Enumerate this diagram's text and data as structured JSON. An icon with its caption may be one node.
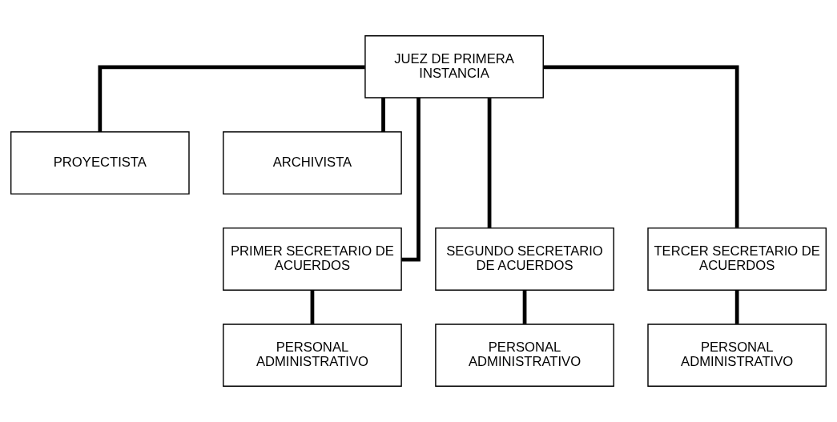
{
  "diagram": {
    "nodes": [
      {
        "text": [
          "JUEZ DE PRIMERA INSTANCIA"
        ]
      },
      {
        "text": [
          "PROYECTISTA"
        ]
      },
      {
        "text": [
          "ARCHIVISTA"
        ]
      },
      {
        "text": [
          "PRIMER SECRETARIO DE ACUERDOS"
        ]
      },
      {
        "text": [
          "SEGUNDO SECRETARIO DE ACUERDOS"
        ]
      },
      {
        "text": [
          "TERCER SECRETARIO DE ACUERDOS"
        ]
      },
      {
        "text": [
          "PERSONAL ADMINISTRATIVO"
        ]
      },
      {
        "text": [
          "PERSONAL ADMINISTRATIVO"
        ]
      },
      {
        "text": [
          "PERSONAL ADMINISTRATIVO"
        ]
      }
    ],
    "edges": [
      {
        "from": 0,
        "to": 1,
        "arrow": "none"
      },
      {
        "from": 0,
        "to": 2,
        "arrow": "none"
      },
      {
        "from": 0,
        "to": 3,
        "arrow": "none"
      },
      {
        "from": 0,
        "to": 4,
        "arrow": "none"
      },
      {
        "from": 0,
        "to": 5,
        "arrow": "none"
      },
      {
        "from": 3,
        "to": 6,
        "arrow": "none"
      },
      {
        "from": 4,
        "to": 7,
        "arrow": "none"
      },
      {
        "from": 5,
        "to": 8,
        "arrow": "none"
      }
    ]
  }
}
